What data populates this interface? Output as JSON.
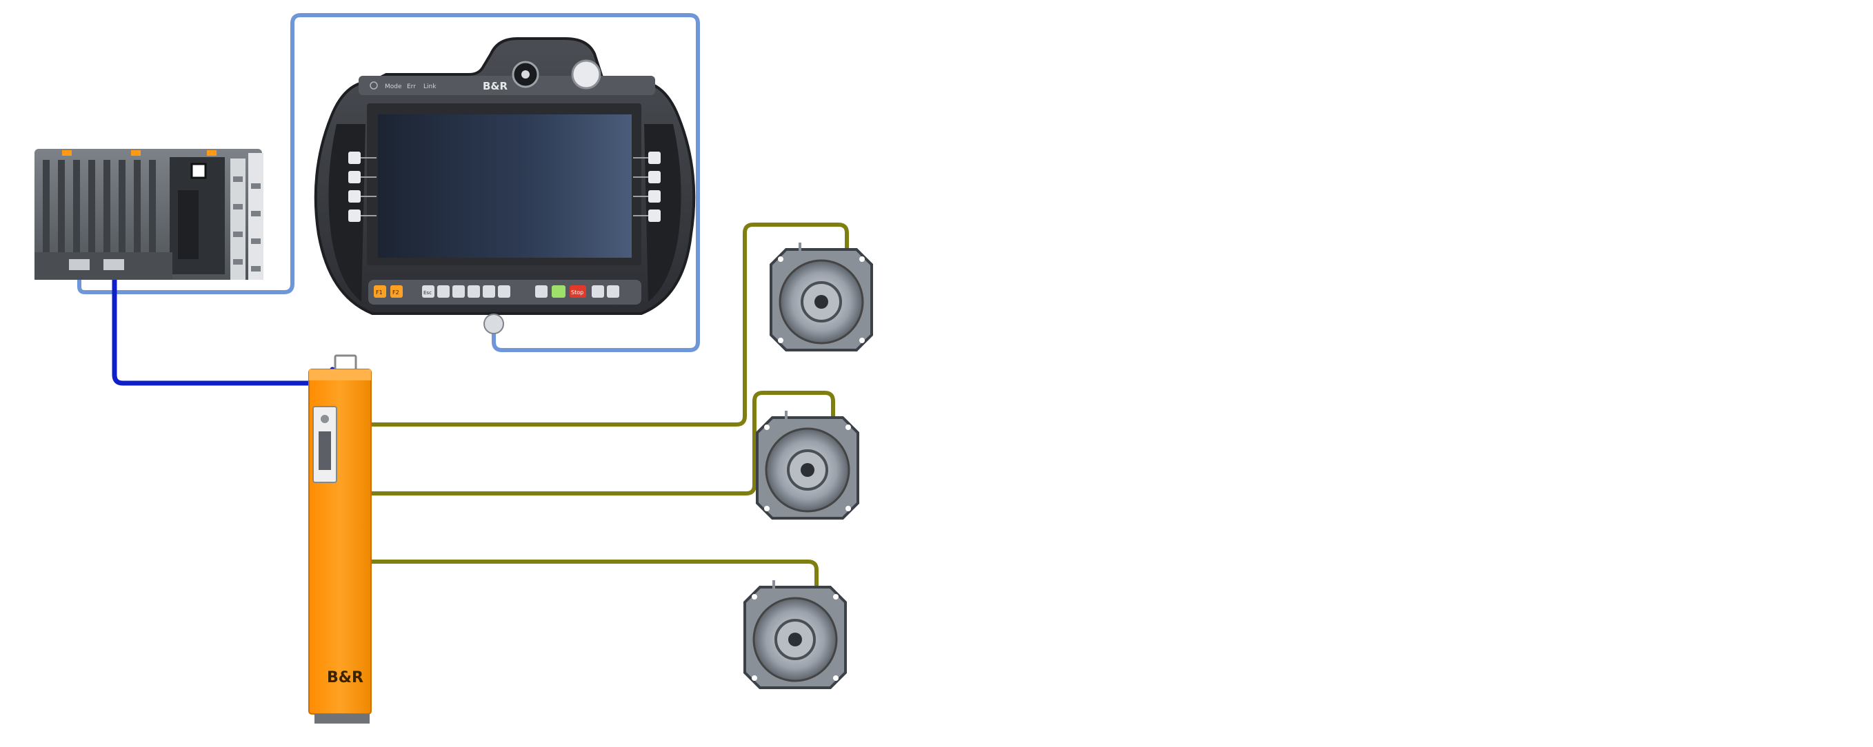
{
  "colors": {
    "background": "#ffffff",
    "ethernet_cable": "#6f96d8",
    "bus_cable": "#1020c8",
    "motor_cable": "#7f7f10",
    "drive_orange": "#ff9a14",
    "hmi_body": "#3a3d42",
    "plc_body": "#6b7075"
  },
  "hmi": {
    "brand_label": "B&R",
    "status_labels": [
      "Mode",
      "Err",
      "Link"
    ],
    "bottom_key_labels": [
      "F1",
      "F2",
      "Esc",
      "Stop"
    ]
  },
  "drive": {
    "brand_label": "B&R"
  },
  "icons": {
    "plc": "plc-controller-icon",
    "hmi": "handheld-hmi-panel-icon",
    "drive": "servo-drive-icon",
    "motor": "servo-motor-icon"
  }
}
